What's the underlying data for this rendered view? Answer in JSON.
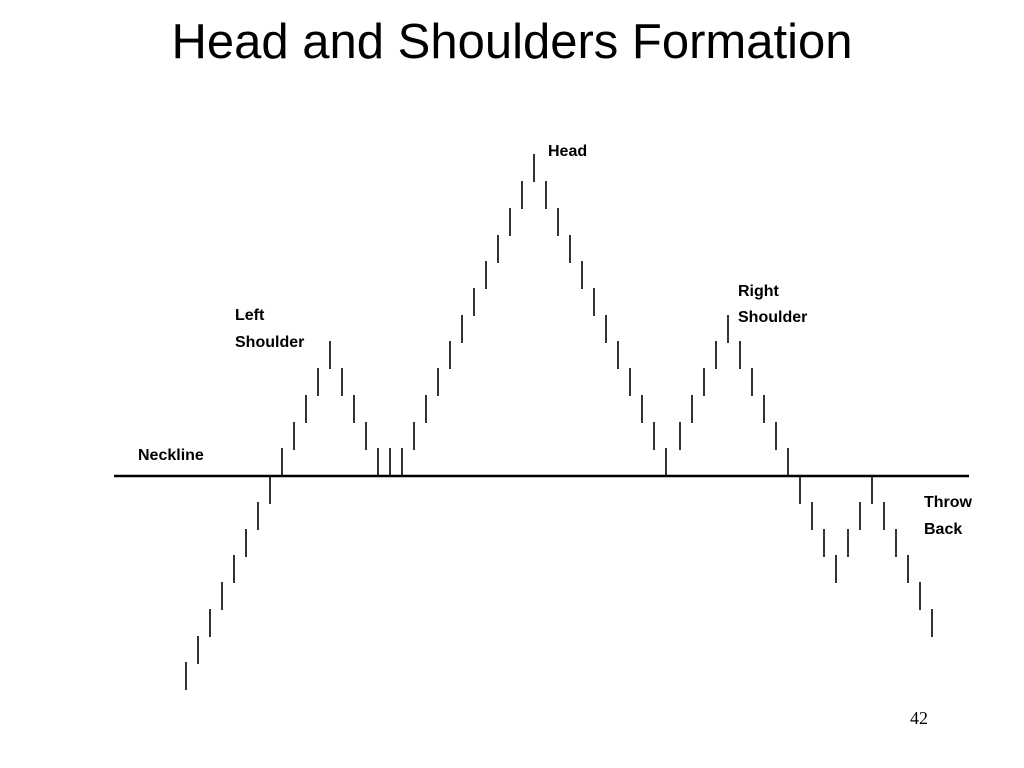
{
  "title": "Head and Shoulders Formation",
  "labels": {
    "head": "Head",
    "left_shoulder_1": "Left",
    "left_shoulder_2": "Shoulder",
    "right_shoulder_1": "Right",
    "right_shoulder_2": "Shoulder",
    "neckline": "Neckline",
    "throw_back_1": "Throw",
    "throw_back_2": "Back"
  },
  "page_number": "42",
  "colors": {
    "ink": "#000000",
    "background": "#ffffff"
  }
}
